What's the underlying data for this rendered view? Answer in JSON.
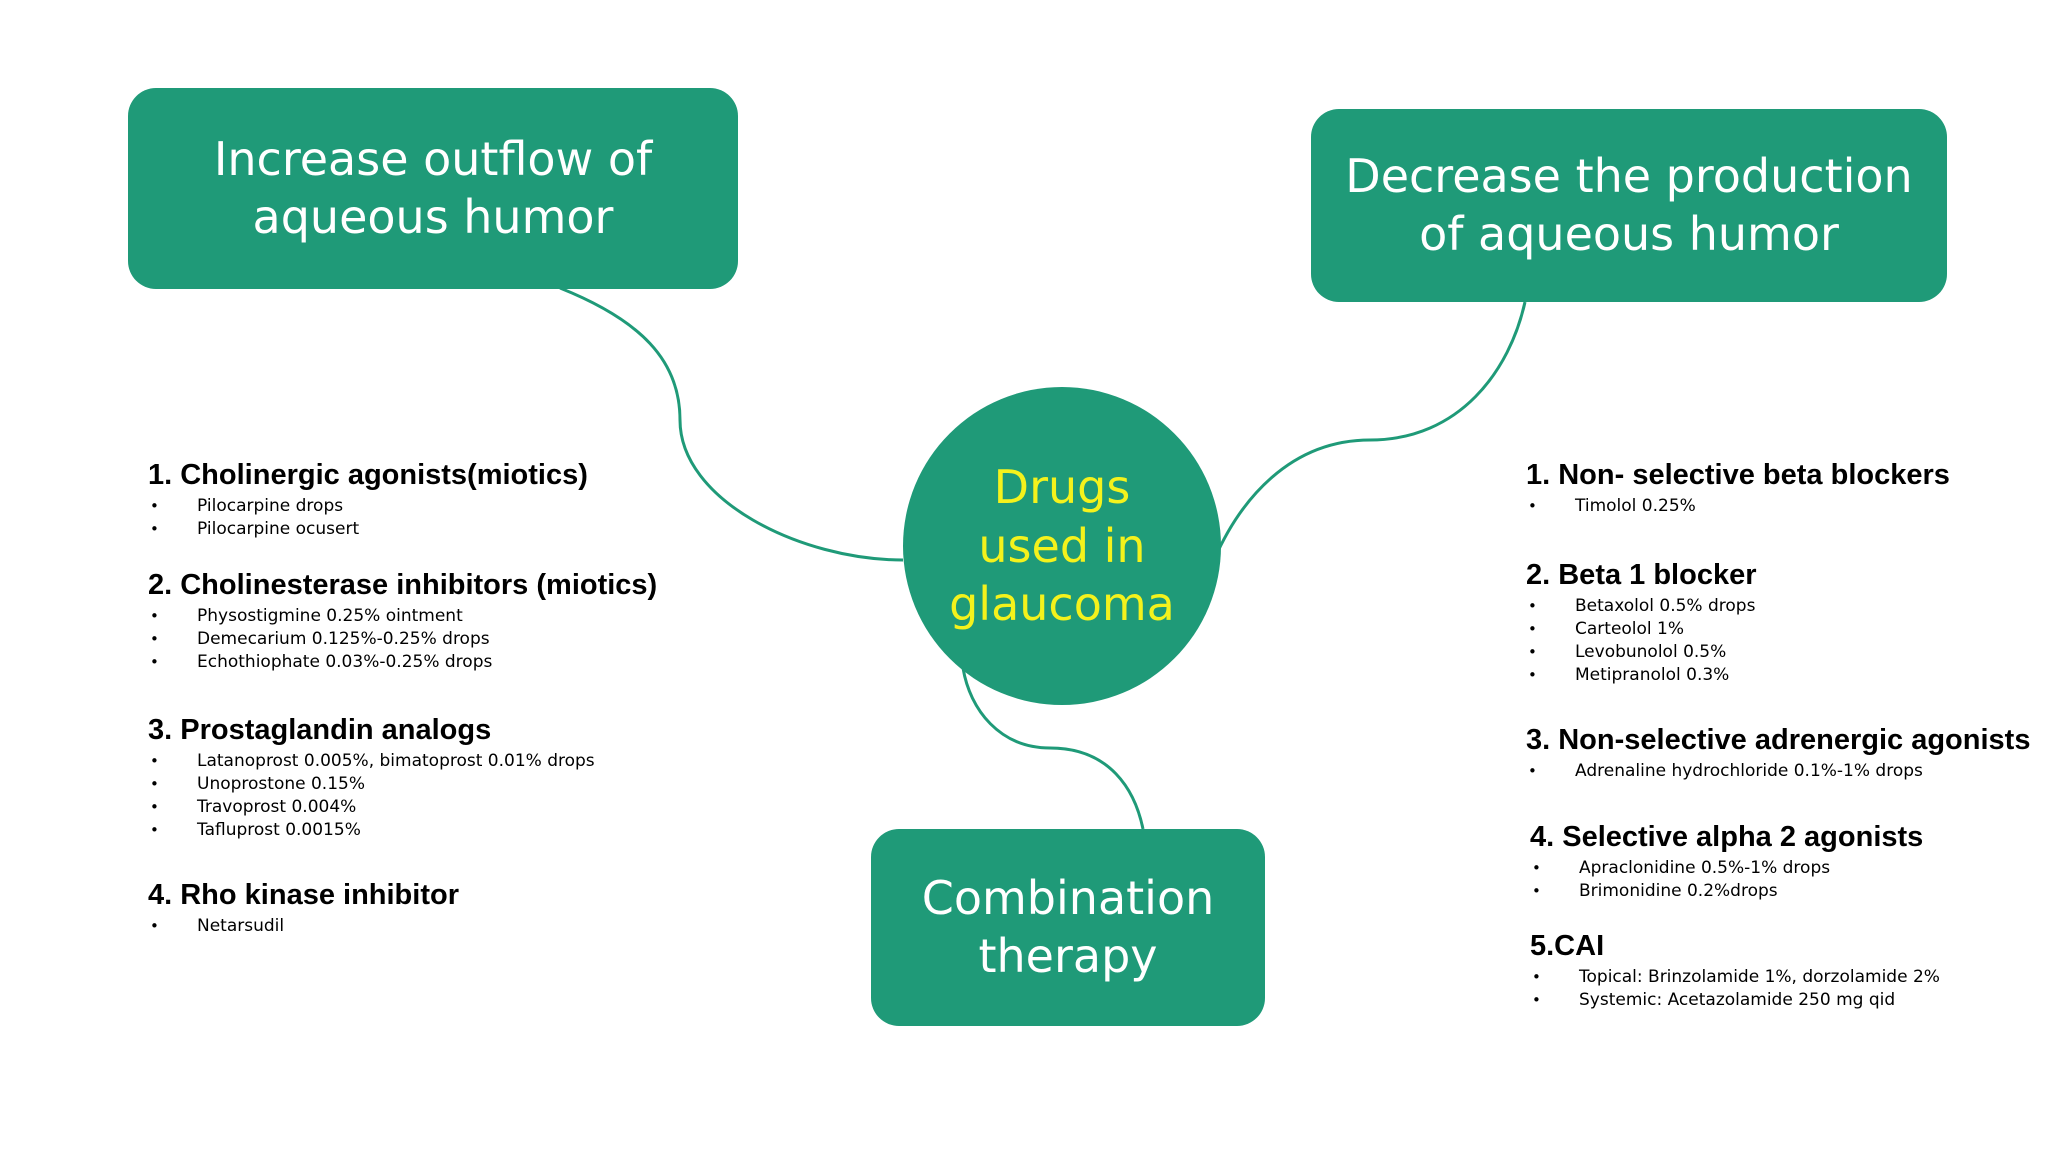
{
  "center": {
    "label": "Drugs used in glaucoma"
  },
  "branches": {
    "left": {
      "label": "Increase outflow of aqueous humor"
    },
    "right": {
      "label": "Decrease the production of aqueous humor"
    },
    "bottom": {
      "label": "Combination therapy"
    }
  },
  "colors": {
    "node_fill": "#1f9a78",
    "node_text": "#ffffff",
    "center_text": "#f4f21c",
    "link": "#1f9a78"
  },
  "left_groups": [
    {
      "title": "1. Cholinergic agonists(miotics)",
      "items": [
        "Pilocarpine drops",
        "Pilocarpine ocusert"
      ]
    },
    {
      "title": "2. Cholinesterase inhibitors (miotics)",
      "items": [
        "Physostigmine 0.25% ointment",
        "Demecarium 0.125%-0.25% drops",
        "Echothiophate 0.03%-0.25% drops"
      ]
    },
    {
      "title": "3. Prostaglandin analogs",
      "items": [
        "Latanoprost 0.005%, bimatoprost 0.01% drops",
        "Unoprostone 0.15%",
        "Travoprost 0.004%",
        "Tafluprost 0.0015%"
      ]
    },
    {
      "title": "4. Rho kinase inhibitor",
      "items": [
        "Netarsudil"
      ]
    }
  ],
  "right_groups": [
    {
      "title": "1. Non- selective beta blockers",
      "items": [
        "Timolol 0.25%"
      ]
    },
    {
      "title": "2. Beta 1 blocker",
      "items": [
        "Betaxolol 0.5% drops",
        "Carteolol 1%",
        "Levobunolol 0.5%",
        "Metipranolol 0.3%"
      ]
    },
    {
      "title": "3. Non-selective adrenergic agonists",
      "items": [
        "Adrenaline hydrochloride 0.1%-1% drops"
      ]
    },
    {
      "title": "4. Selective alpha 2 agonists",
      "items": [
        "Apraclonidine 0.5%-1% drops",
        "Brimonidine 0.2%drops"
      ]
    },
    {
      "title": "5.CAI",
      "items": [
        "Topical: Brinzolamide 1%, dorzolamide 2%",
        "Systemic: Acetazolamide 250 mg qid"
      ]
    }
  ]
}
